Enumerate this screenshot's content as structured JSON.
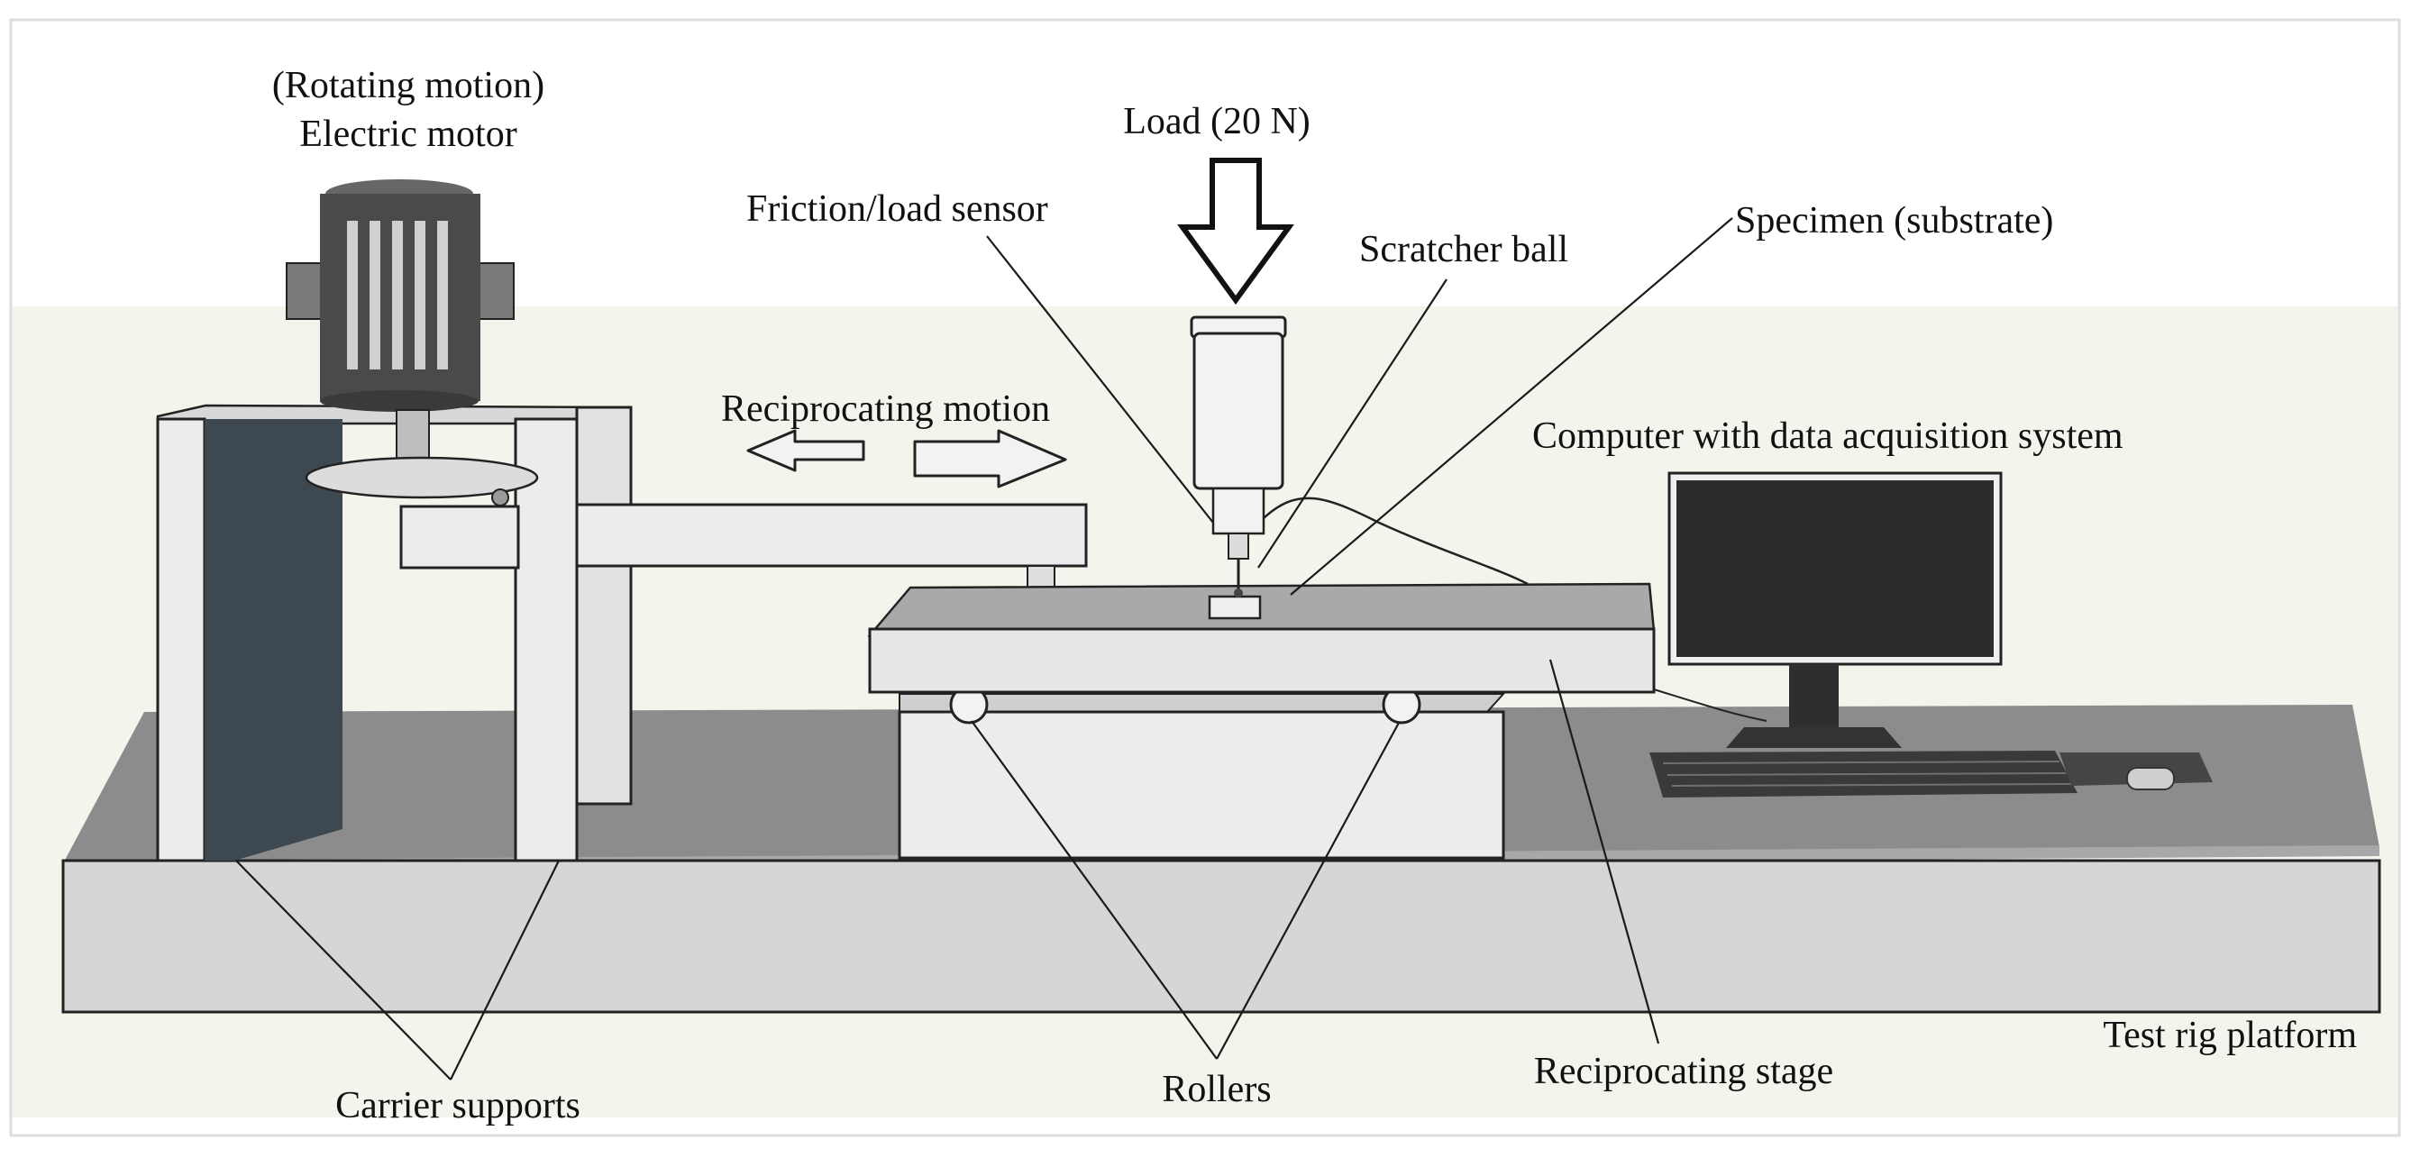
{
  "labels": {
    "motor_line1": "(Rotating motion)",
    "motor_line2": "Electric motor",
    "load": "Load (20 N)",
    "sensor": "Friction/load sensor",
    "ball": "Scratcher ball",
    "specimen": "Specimen (substrate)",
    "reciprocating_motion": "Reciprocating motion",
    "computer": "Computer with data acquisition system",
    "carrier": "Carrier supports",
    "rollers": "Rollers",
    "stage": "Reciprocating stage",
    "platform": "Test rig platform"
  },
  "colors": {
    "background": "#ffffff",
    "backdrop": "#f5f4ec",
    "floor": "#8c8c8c",
    "platform_front": "#d6d6d6",
    "light_part": "#ececec",
    "dark_panel": "#3e4850",
    "motor": "#4a4a4a",
    "monitor_screen": "#2c2c2c"
  },
  "icons": [
    "load-arrow-icon",
    "left-arrow-icon",
    "right-arrow-icon"
  ]
}
